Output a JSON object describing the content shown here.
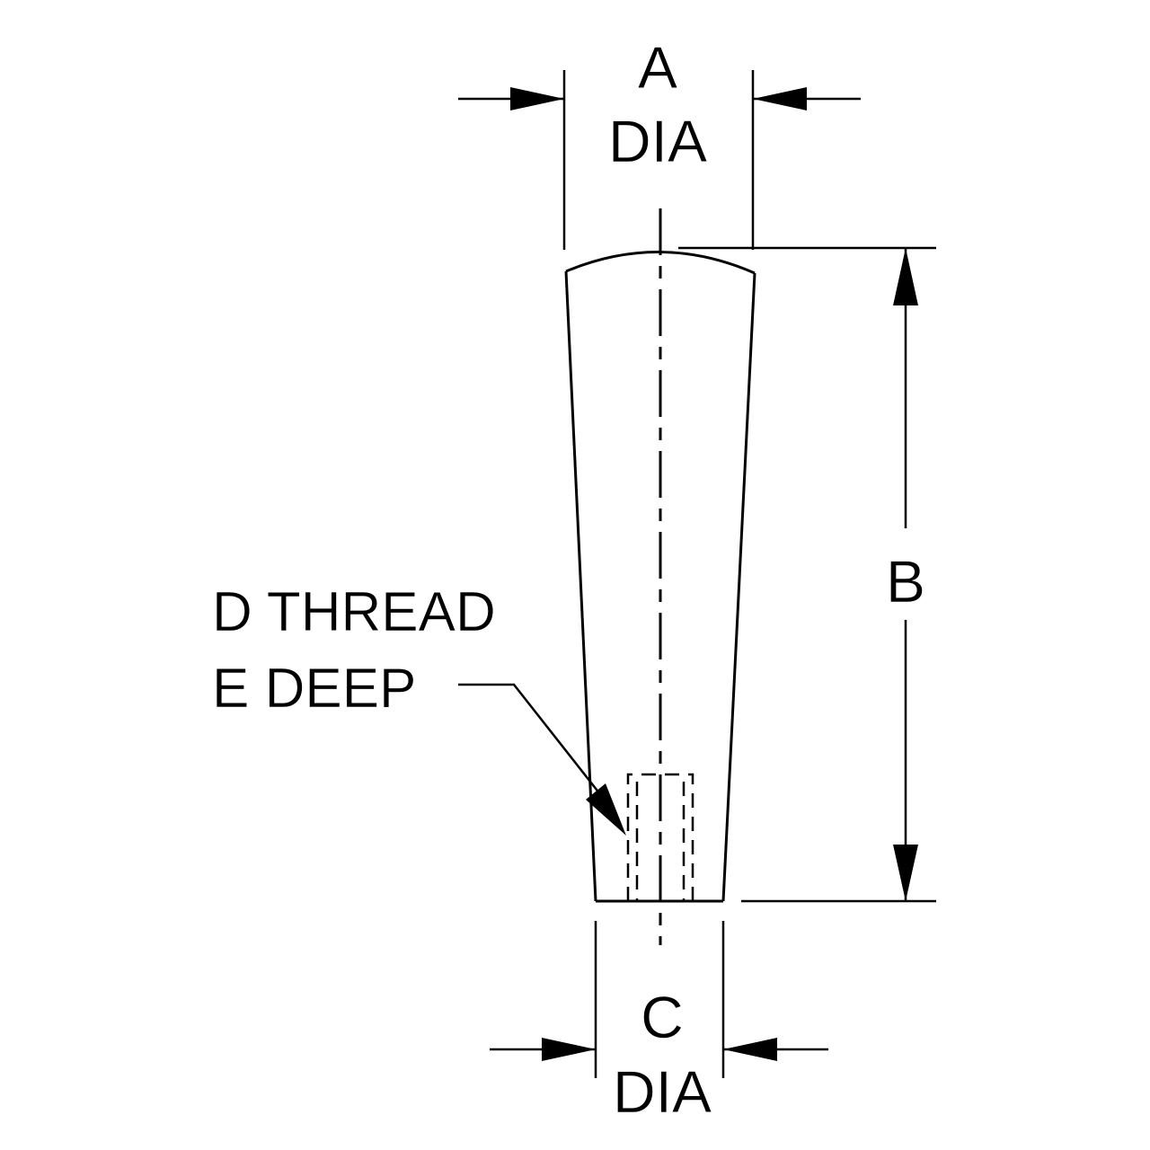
{
  "labels": {
    "a": "A",
    "a_dia": "DIA",
    "b": "B",
    "c": "C",
    "c_dia": "DIA",
    "d_thread": "D THREAD",
    "e_deep": "E DEEP"
  }
}
